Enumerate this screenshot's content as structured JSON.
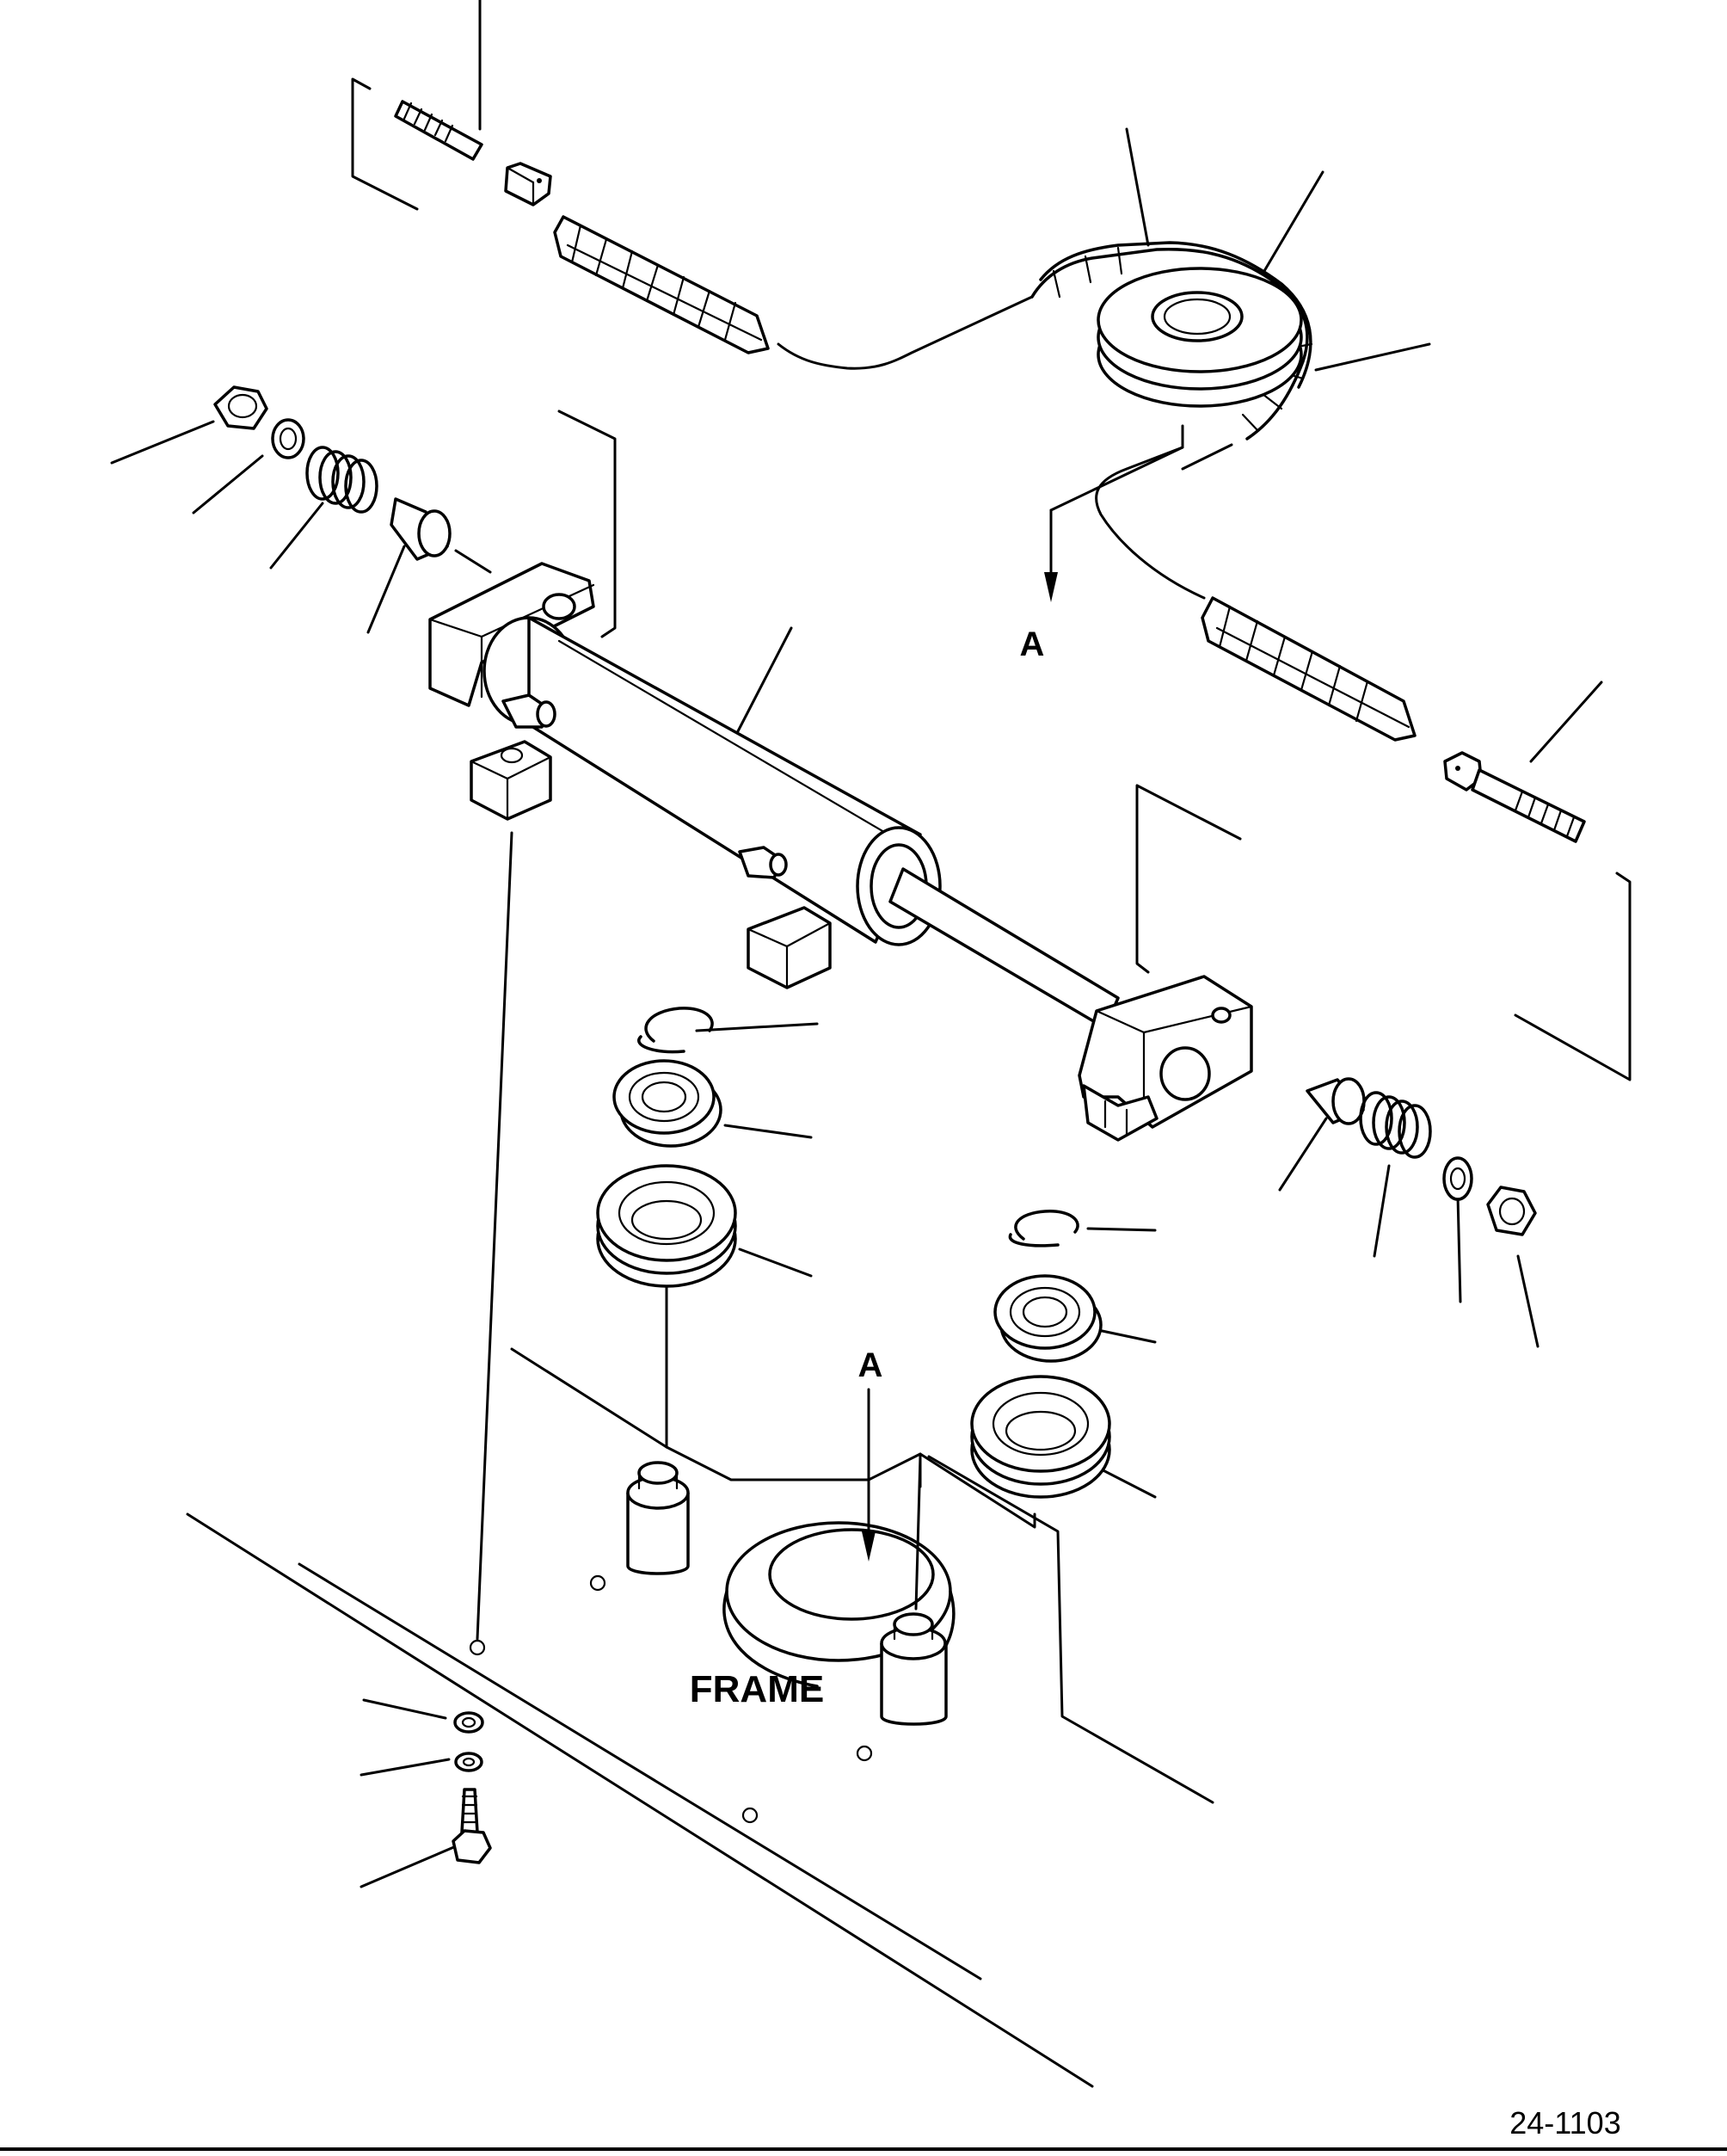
{
  "labels": {
    "ref_a_upper": "A",
    "ref_a_lower": "A",
    "frame": "FRAME"
  },
  "figure_code": "24-1103"
}
